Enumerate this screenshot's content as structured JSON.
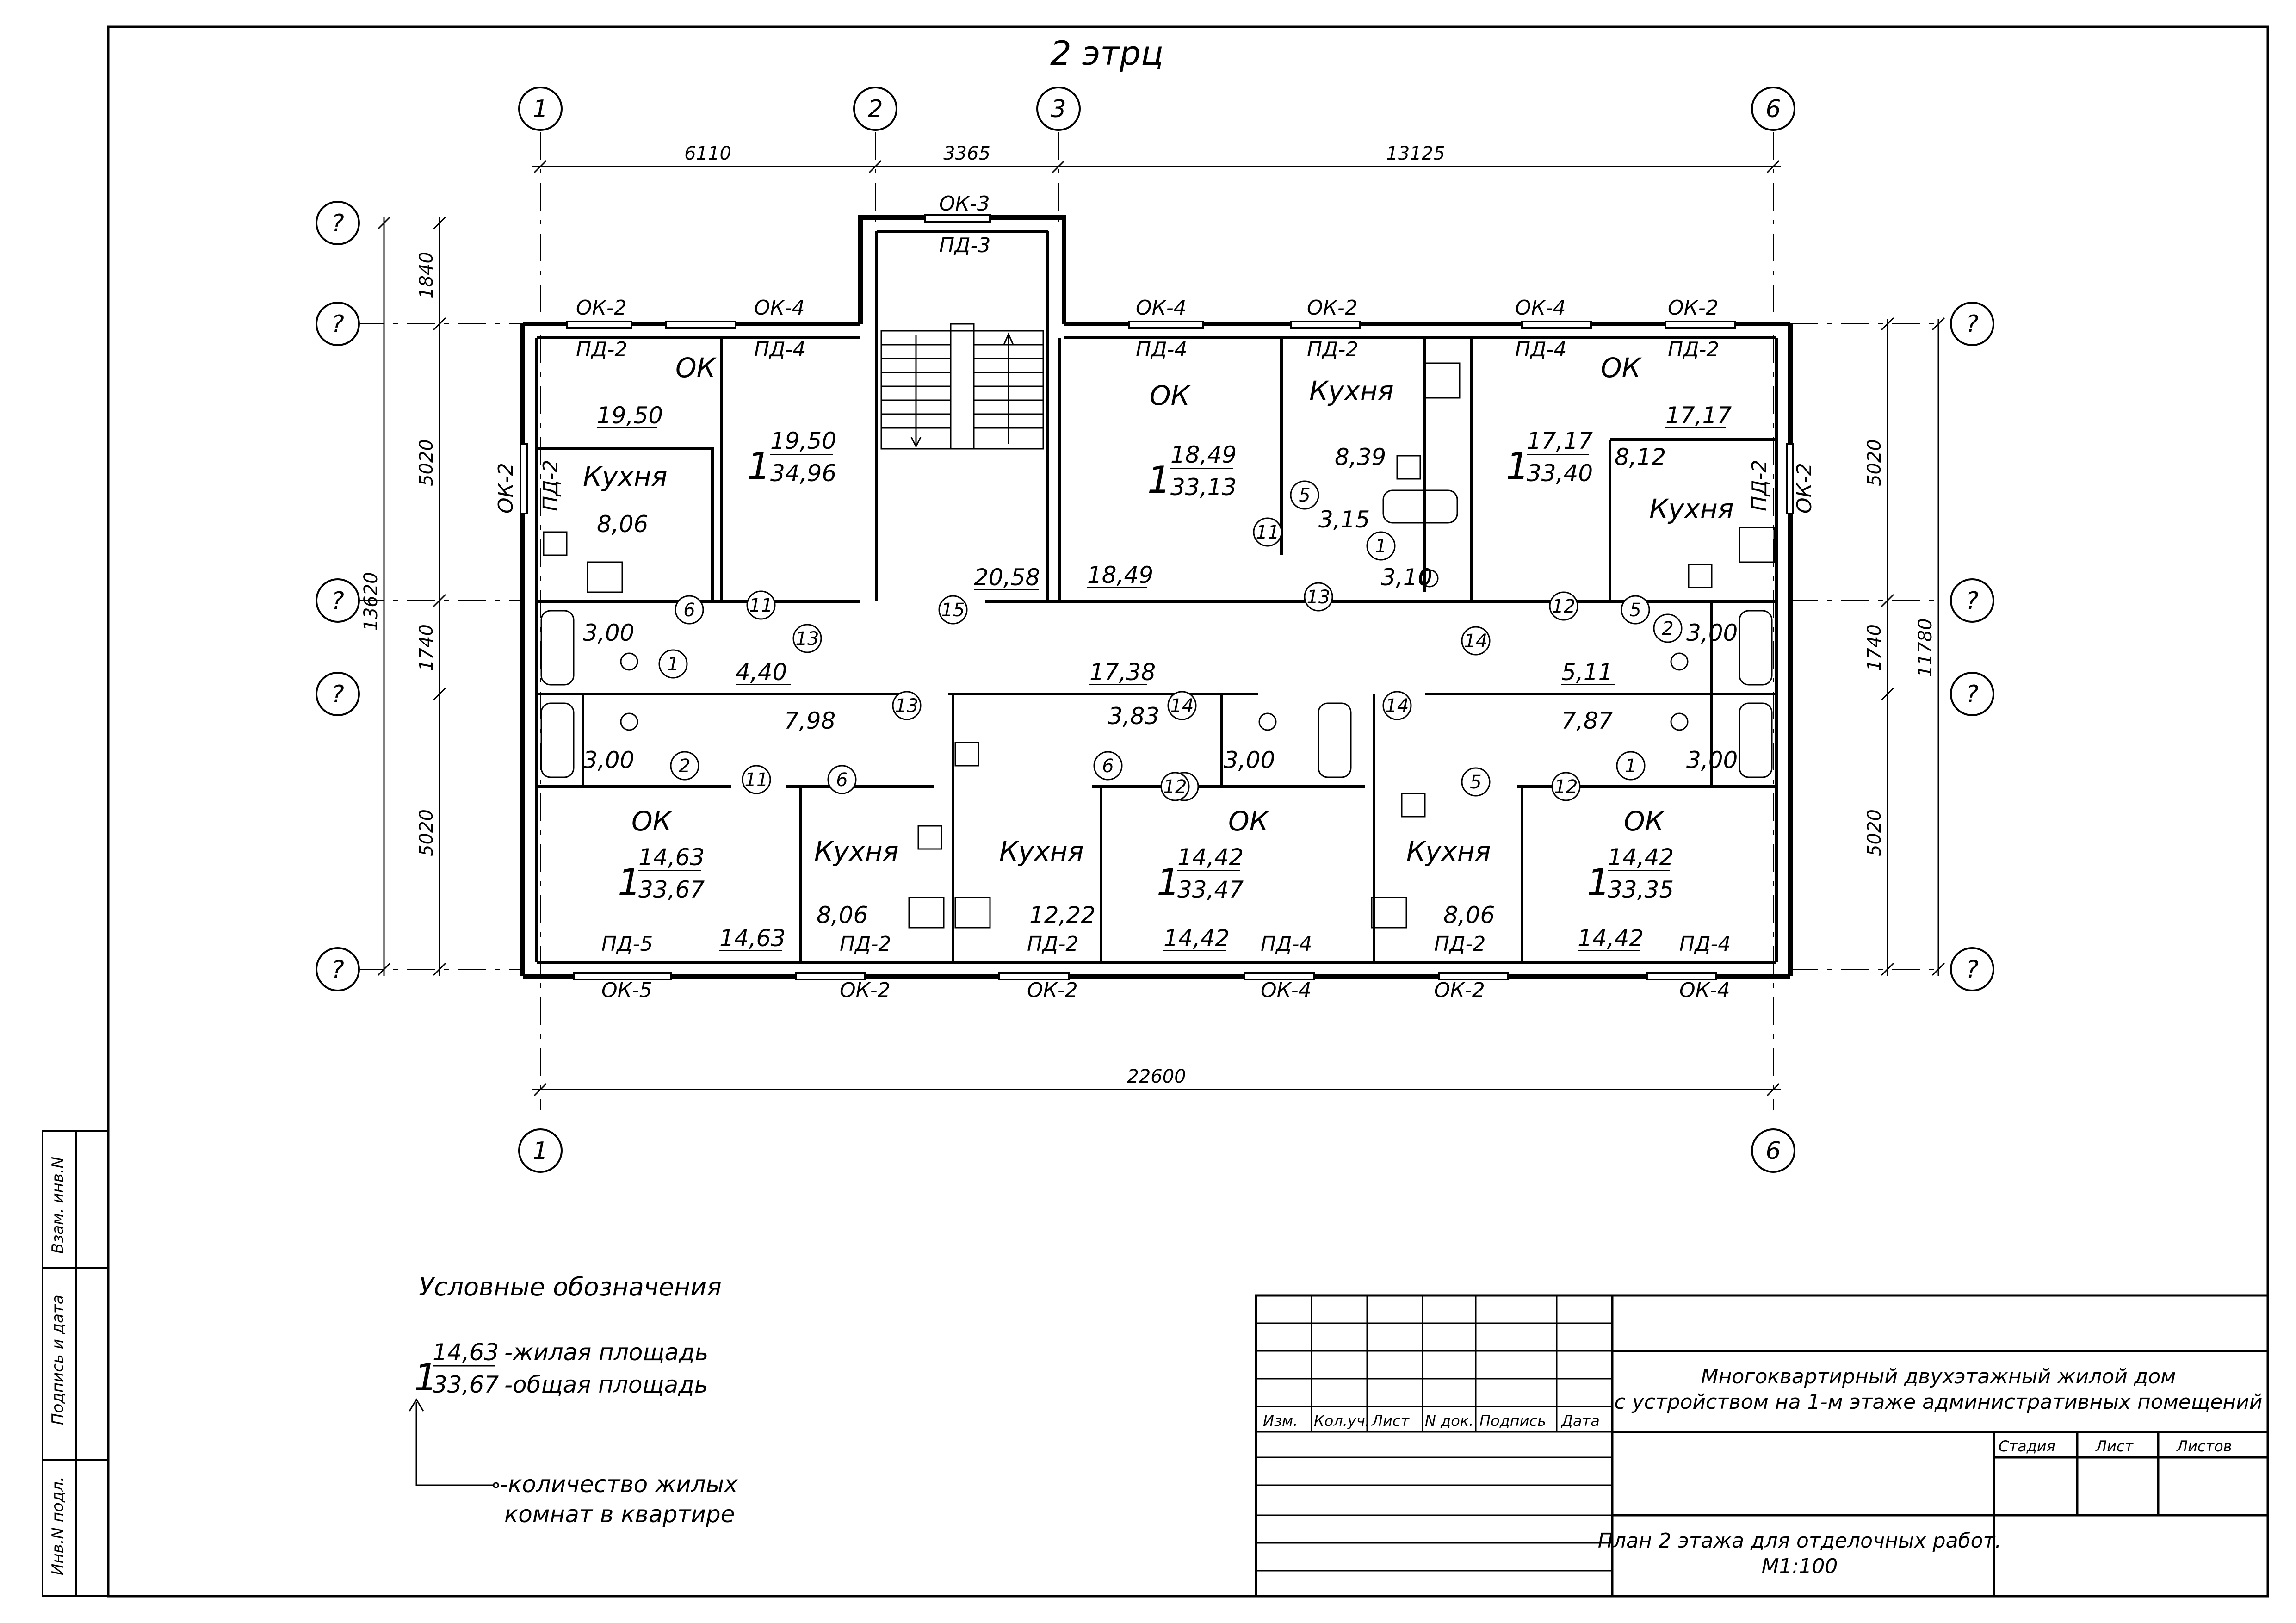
{
  "title": "2 этрц",
  "axes": {
    "v": [
      {
        "id": "a1",
        "label": "1"
      },
      {
        "id": "a2",
        "label": "2"
      },
      {
        "id": "a3",
        "label": "3"
      },
      {
        "id": "a6",
        "label": "6"
      }
    ],
    "h_label": "?"
  },
  "dims_top": [
    "6110",
    "3365",
    "13125"
  ],
  "dim_bottom": "22600",
  "dims_left": [
    "1840",
    "5020",
    "1740",
    "5020",
    "13620"
  ],
  "dims_right": [
    "5020",
    "1740",
    "5020",
    "11780"
  ],
  "openings": {
    "ok2": "ОК-2",
    "ok3": "ОК-3",
    "ok4": "ОК-4",
    "ok5": "ОК-5",
    "pd2": "ПД-2",
    "pd3": "ПД-3",
    "pd4": "ПД-4",
    "pd5": "ПД-5"
  },
  "rooms": {
    "ok": "ОК",
    "kitchen": "Кухня",
    "apt_nw": {
      "rooms": "1",
      "living": "19,50",
      "total": "34,96",
      "area": "19,50",
      "kitchen": "8,06",
      "bath": "3,00"
    },
    "apt_nm": {
      "rooms": "1",
      "living": "18,49",
      "total": "33,13",
      "area": "18,49",
      "kitchen": "8,39",
      "bath": "3,15",
      "wc": "3,10"
    },
    "apt_ne": {
      "rooms": "1",
      "living": "17,17",
      "total": "33,40",
      "area": "17,17",
      "kitchen": "8,12",
      "bath": "3,00"
    },
    "apt_sw": {
      "rooms": "1",
      "living": "14,63",
      "total": "33,67",
      "area": "14,63",
      "kitchen": "8,06",
      "bath": "3,00"
    },
    "apt_sm": {
      "rooms": "1",
      "living": "14,42",
      "total": "33,47",
      "area": "14,42",
      "kitchen": "12,22",
      "bath": "3,00",
      "bath2": "3,83"
    },
    "apt_se": {
      "rooms": "1",
      "living": "14,42",
      "total": "33,35",
      "area": "14,42",
      "kitchen": "8,06",
      "bath": "3,00"
    },
    "stair": "20,58",
    "corr_left": "4,40",
    "corr_mid": "17,38",
    "corr_right": "5,11",
    "hall_sw": "7,98",
    "hall_se": "7,87"
  },
  "door_tags": [
    "1",
    "2",
    "5",
    "6",
    "11",
    "12",
    "13",
    "14",
    "15"
  ],
  "legend": {
    "title": "Условные обозначения",
    "living_value": "14,63",
    "total_value": "33,67",
    "rooms_value": "1",
    "living_text": "-жилая площадь",
    "total_text": "-общая площадь",
    "rooms_text_1": "-количество жилых",
    "rooms_text_2": "комнат в квартире"
  },
  "stamp": {
    "headers": [
      "Изм.",
      "Кол.уч.",
      "Лист",
      "N док.",
      "Подпись",
      "Дата"
    ],
    "project_line1": "Многоквартирный двухэтажный жилой дом",
    "project_line2": "с устройством на 1-м этаже административных помещений",
    "stage_headers": [
      "Стадия",
      "Лист",
      "Листов"
    ],
    "drawing_line1": "План 2 этажа для отделочных работ.",
    "drawing_line2": "М1:100"
  },
  "side_stamp": [
    "Взам. инв.N",
    "Подпись и дата",
    "Инв.N подл."
  ]
}
